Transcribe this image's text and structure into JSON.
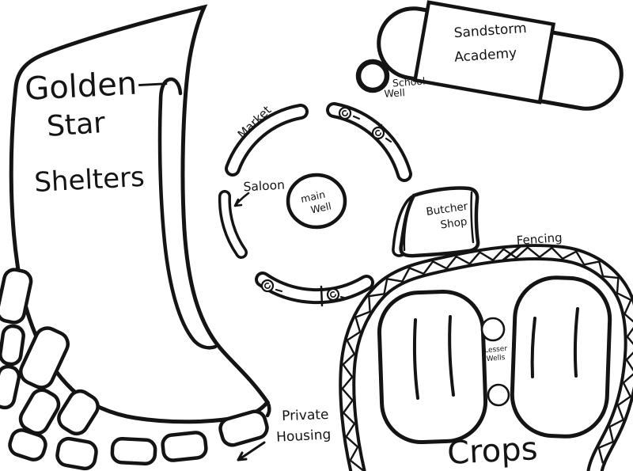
{
  "colors": {
    "ink": "#141414",
    "paper": "#ffffff"
  },
  "labels": {
    "shelters": {
      "line1": "Golden—",
      "line2": "Star",
      "line3": "Shelters"
    },
    "market": "Market",
    "saloon": "Saloon",
    "main_well": {
      "line1": "main",
      "line2": "Well"
    },
    "academy": {
      "line1": "Sandstorm",
      "line2": "Academy"
    },
    "school_well": {
      "line1": "School",
      "line2": "Well"
    },
    "butcher": {
      "line1": "Butcher",
      "line2": "Shop"
    },
    "fencing": "Fencing",
    "lesser_wells": {
      "line1": "Lesser",
      "line2": "Wells"
    },
    "crops": "Crops",
    "private_housing": {
      "line1": "Private",
      "line2": "Housing"
    }
  }
}
